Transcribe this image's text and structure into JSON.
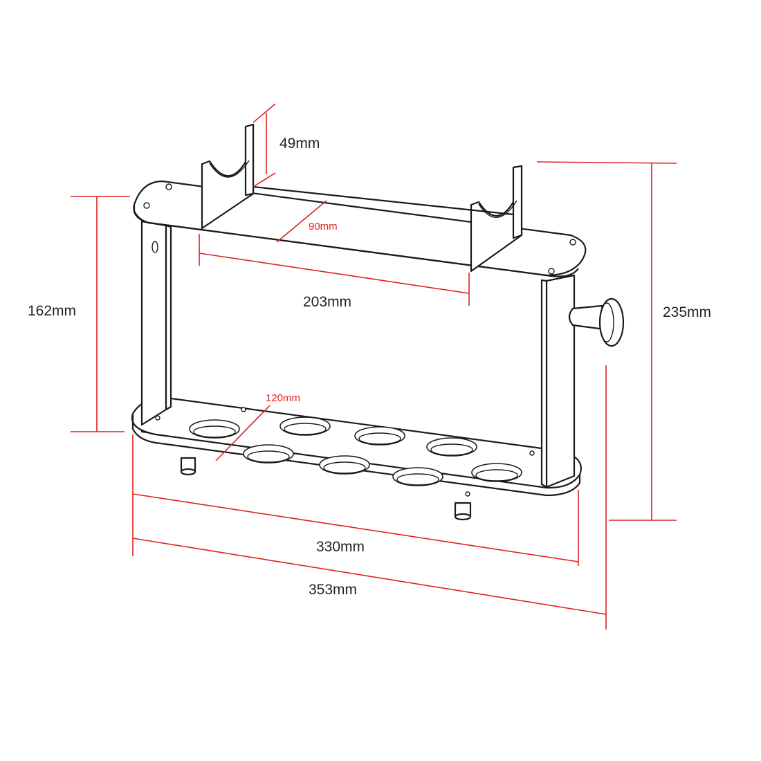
{
  "dimensions": {
    "height_total": "235mm",
    "height_inner": "162mm",
    "cradle_depth": "49mm",
    "top_width": "90mm",
    "cradle_spacing": "203mm",
    "base_width": "120mm",
    "inner_length": "330mm",
    "total_length": "353mm"
  },
  "colors": {
    "dimension_line": "#e02020",
    "outline": "#1a1a1a",
    "label_text": "#222222"
  }
}
